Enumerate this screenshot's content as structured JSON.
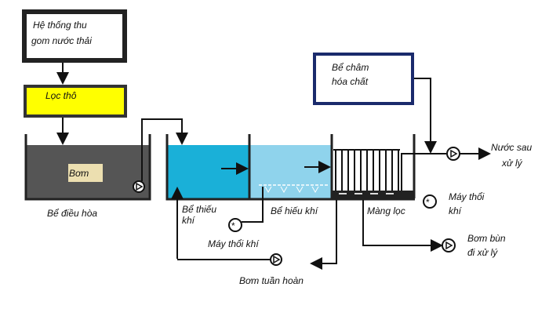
{
  "colors": {
    "ink": "#111111",
    "filter_box": "#ffff00",
    "equalization_tank": "#555555",
    "anoxic_tank": "#1ab0d8",
    "aerobic_tank": "#8fd3ec",
    "chemical_box_border": "#1a2a6c",
    "pump_label_bg": "#ecdfb0"
  },
  "boxes": {
    "collection": [
      "Hệ thống thu",
      "gom nước thải"
    ],
    "coarse_filter": "Lọc thô",
    "chemical_dosing": [
      "Bể châm",
      "hóa chất"
    ]
  },
  "tanks": {
    "equalization": "Bể điều hòa",
    "equalization_pump": "Bơm",
    "anoxic": [
      "Bể thiếu",
      "khí"
    ],
    "aerobic": "Bể hiếu khí",
    "membrane": "Màng lọc"
  },
  "equipment": {
    "blower_left": "Máy thổi khí",
    "blower_right": [
      "Máy thổi",
      "khí"
    ],
    "recirculation_pump": "Bơm tuần hoàn",
    "sludge_pump": [
      "Bơm bùn",
      "đi xử lý"
    ],
    "treated_water": [
      "Nước sau",
      "xử lý"
    ]
  }
}
